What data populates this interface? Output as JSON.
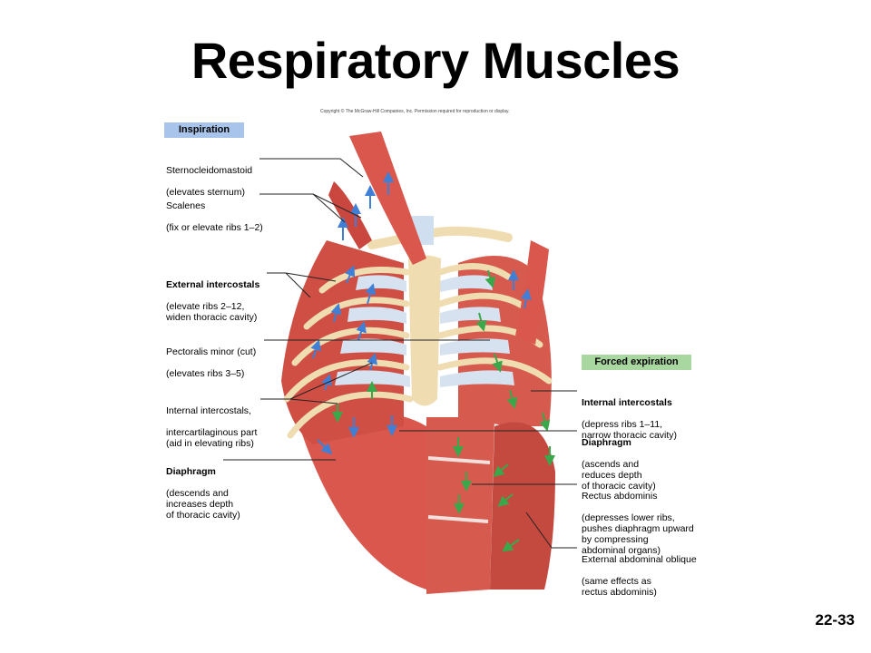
{
  "title": "Respiratory Muscles",
  "copyright": "Copyright © The McGraw-Hill Companies, Inc. Permission required for reproduction or display.",
  "slide_number": "22-33",
  "colors": {
    "inspiration_header": "#a9c4ea",
    "forced_header": "#a9d7a0",
    "muscle": "#d9574c",
    "bone": "#efdcb0",
    "cartilage": "#d6e2ef",
    "arrow_inspiration": "#3f7fd6",
    "arrow_expiration": "#3aa84a"
  },
  "sections": {
    "inspiration": "Inspiration",
    "forced_expiration": "Forced expiration"
  },
  "labels": {
    "sternocleidomastoid": {
      "name": "Sternocleidomastoid",
      "desc": "(elevates sternum)"
    },
    "scalenes": {
      "name": "Scalenes",
      "desc": "(fix or elevate ribs 1–2)"
    },
    "external_intercostals": {
      "name": "External intercostals",
      "desc": "(elevate ribs 2–12,\nwiden thoracic cavity)"
    },
    "pectoralis_minor": {
      "name": "Pectoralis minor (cut)",
      "desc": "(elevates ribs 3–5)"
    },
    "internal_intercostals_insp": {
      "name": "Internal intercostals,",
      "desc": "intercartilaginous part\n(aid in elevating ribs)"
    },
    "diaphragm_insp": {
      "name": "Diaphragm",
      "desc": "(descends and\nincreases depth\nof thoracic cavity)"
    },
    "internal_intercostals_exp": {
      "name": "Internal intercostals",
      "desc": "(depress ribs 1–11,\nnarrow thoracic cavity)"
    },
    "diaphragm_exp": {
      "name": "Diaphragm",
      "desc": "(ascends and\nreduces depth\nof thoracic cavity)"
    },
    "rectus_abdominis": {
      "name": "Rectus abdominis",
      "desc": "(depresses lower ribs,\npushes diaphragm upward\nby compressing\nabdominal organs)"
    },
    "external_oblique": {
      "name": "External abdominal oblique",
      "desc": "(same effects as\nrectus abdominis)"
    }
  }
}
